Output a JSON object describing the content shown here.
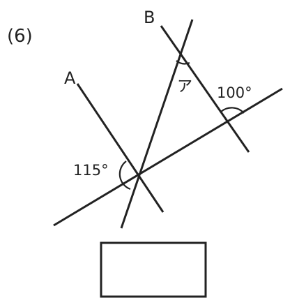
{
  "problem": {
    "number": "(6)",
    "line_a_label": "A",
    "line_b_label": "B",
    "unknown_angle_label": "ア",
    "angle_left": "115°",
    "angle_right": "100°"
  },
  "colors": {
    "ink": "#222222",
    "background": "#ffffff"
  }
}
